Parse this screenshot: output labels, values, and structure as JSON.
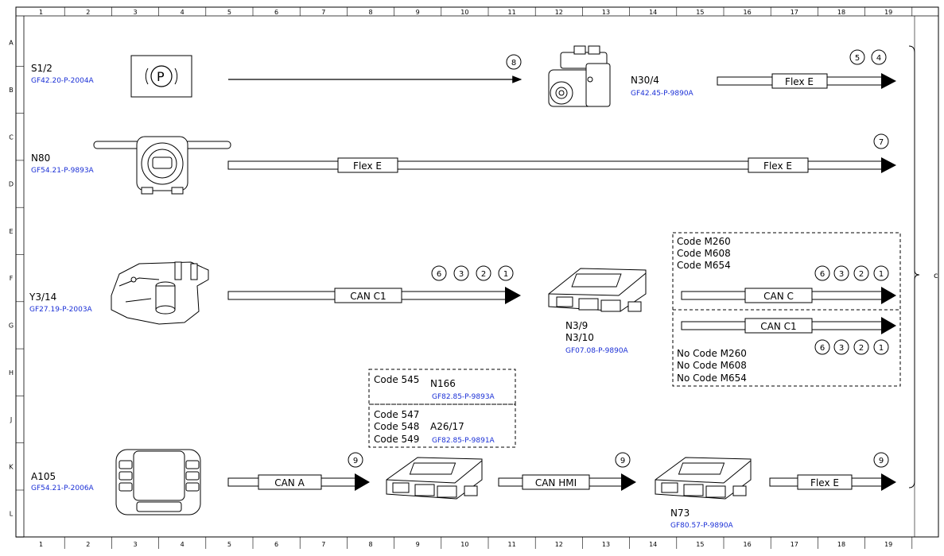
{
  "grid": {
    "columns": [
      "1",
      "2",
      "3",
      "4",
      "5",
      "6",
      "7",
      "8",
      "9",
      "10",
      "11",
      "12",
      "13",
      "14",
      "15",
      "16",
      "17",
      "18",
      "19"
    ],
    "rows": [
      "A",
      "B",
      "C",
      "D",
      "E",
      "F",
      "G",
      "H",
      "J",
      "K",
      "L"
    ]
  },
  "components": {
    "s1_2": {
      "id": "S1/2",
      "ref": "GF42.20-P-2004A",
      "icon": "parking-brake-switch-icon"
    },
    "n30_4": {
      "id": "N30/4",
      "ref": "GF42.45-P-9890A",
      "icon": "esp-control-unit-icon"
    },
    "n80": {
      "id": "N80",
      "ref": "GF54.21-P-9893A",
      "icon": "steering-column-module-icon"
    },
    "y3_14": {
      "id": "Y3/14",
      "ref": "GF27.19-P-2003A",
      "icon": "transmission-controller-icon"
    },
    "n3": {
      "id1": "N3/9",
      "id2": "N3/10",
      "ref": "GF07.08-P-9890A",
      "icon": "engine-control-unit-icon"
    },
    "a105": {
      "id": "A105",
      "ref": "GF54.21-P-2006A",
      "icon": "touchpad-icon"
    },
    "n166": {
      "code": "Code 545",
      "id": "N166",
      "ref": "GF82.85-P-9893A"
    },
    "a26_17": {
      "codes": [
        "Code 547",
        "Code 548",
        "Code 549"
      ],
      "id": "A26/17",
      "ref": "GF82.85-P-9891A",
      "icon": "head-unit-icon"
    },
    "n73": {
      "id": "N73",
      "ref": "GF80.57-P-9890A",
      "icon": "ezs-control-unit-icon"
    }
  },
  "connections": {
    "s1_to_n30": {
      "markers": [
        "8"
      ]
    },
    "n30_out": {
      "label": "Flex E",
      "markers": [
        "5",
        "4"
      ]
    },
    "n80_line": {
      "label_left": "Flex E",
      "label_right": "Flex E",
      "markers": [
        "7"
      ]
    },
    "y3_line": {
      "label": "CAN C1",
      "markers": [
        "6",
        "3",
        "2",
        "1"
      ]
    },
    "code_box": {
      "codes": [
        "Code M260",
        "Code M608",
        "Code M654"
      ],
      "can_c": {
        "label": "CAN C",
        "markers": [
          "6",
          "3",
          "2",
          "1"
        ]
      },
      "can_c1": {
        "label": "CAN C1",
        "markers": [
          "6",
          "3",
          "2",
          "1"
        ]
      },
      "no_codes": [
        "No Code M260",
        "No Code M608",
        "No Code M654"
      ]
    },
    "a105_line": {
      "label": "CAN A",
      "markers": [
        "9"
      ]
    },
    "hmi_line": {
      "label": "CAN HMI",
      "markers": [
        "9"
      ]
    },
    "n73_out": {
      "label": "Flex E",
      "markers": [
        "9"
      ]
    }
  }
}
